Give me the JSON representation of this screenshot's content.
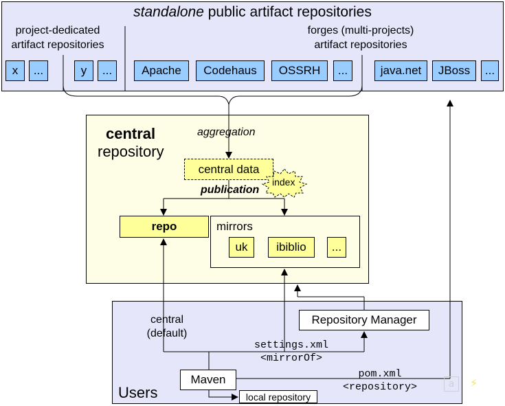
{
  "top_zone": {
    "title_italic": "standalone",
    "title_rest": " public artifact repositories",
    "left_group_label_line1": "project-dedicated",
    "left_group_label_line2": "artifact repositories",
    "right_group_label_line1": "forges (multi-projects)",
    "right_group_label_line2": "artifact repositories",
    "boxes": [
      "x",
      "...",
      "y",
      "...",
      "Apache",
      "Codehaus",
      "OSSRH",
      "...",
      "java.net",
      "JBoss",
      "..."
    ]
  },
  "central_zone": {
    "title_bold": "central",
    "title_line2": "repository",
    "aggregation_label": "aggregation",
    "central_data_label": "central data",
    "index_label": "index",
    "publication_label": "publication",
    "repo_label": "repo",
    "mirrors_label": "mirrors",
    "mirror_items": [
      "uk",
      "ibiblio",
      "..."
    ]
  },
  "users_zone": {
    "title": "Users",
    "central_default_line1": "central",
    "central_default_line2": "(default)",
    "repository_manager_label": "Repository Manager",
    "settings_line1": "settings.xml",
    "settings_line2": "<mirrorOf>",
    "maven_label": "Maven",
    "pom_line1": "pom.xml",
    "pom_line2": "<repository>",
    "local_repository_label": "local repository"
  },
  "colors": {
    "top_zone_bg": "#e6e6fa",
    "central_zone_bg": "#fefde6",
    "blue_box": "#99ccff",
    "yellow_box": "#ffff99"
  }
}
